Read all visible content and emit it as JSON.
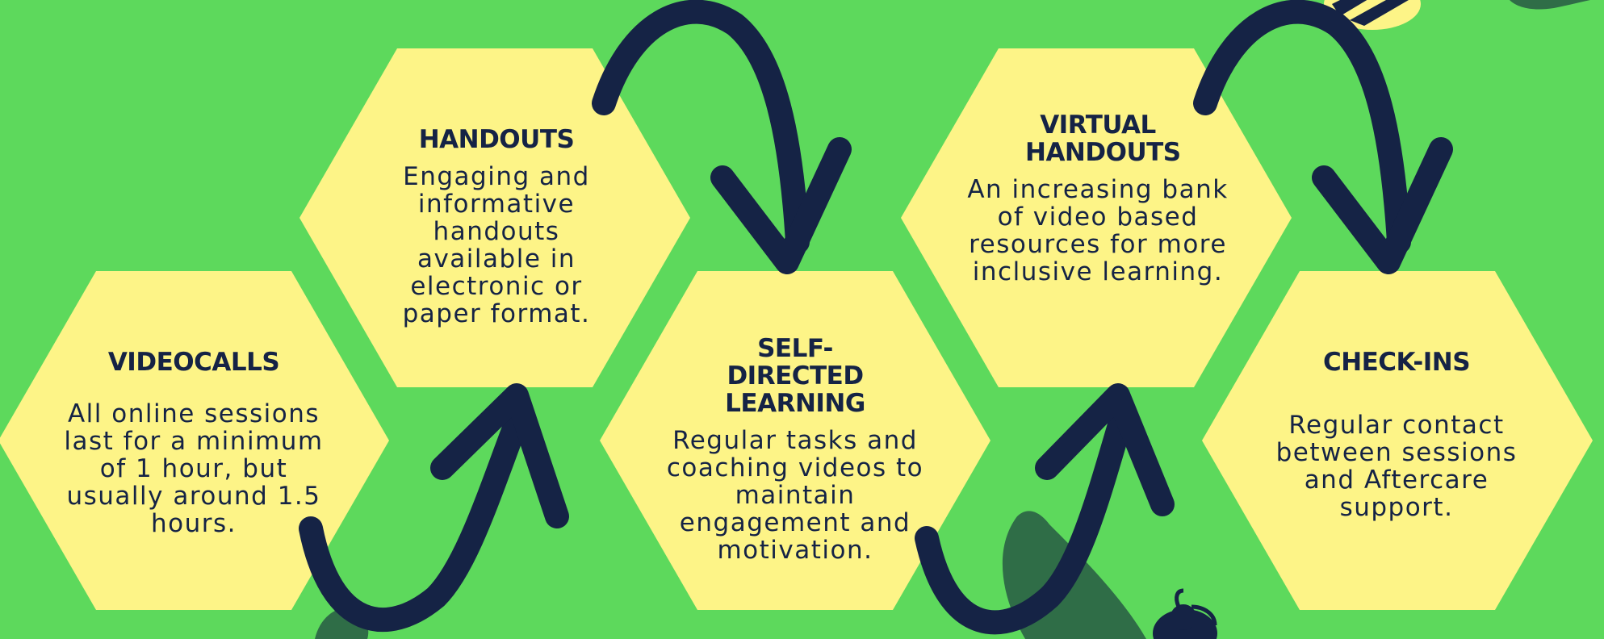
{
  "colors": {
    "background": "#5dd95c",
    "hexagon": "#fdf487",
    "arrow": "#152345",
    "text": "#152345",
    "leaf": "#2f6d47"
  },
  "steps": [
    {
      "title": "VIDEOCALLS",
      "body": "All online sessions last for a minimum of 1 hour, but usually around 1.5 hours."
    },
    {
      "title": "HANDOUTS",
      "body": "Engaging and informative handouts available in electronic or paper format."
    },
    {
      "title": "SELF-DIRECTED LEARNING",
      "body": "Regular tasks and coaching videos to maintain engagement and motivation."
    },
    {
      "title": "VIRTUAL HANDOUTS",
      "body": "An increasing bank of video based resources for more inclusive learning."
    },
    {
      "title": "CHECK-INS",
      "body": "Regular contact between sessions and Aftercare support."
    }
  ],
  "icons": {
    "arrows": "curved-arrow-icon",
    "bees": "bee-icon",
    "leaves": "leaf-icon"
  }
}
